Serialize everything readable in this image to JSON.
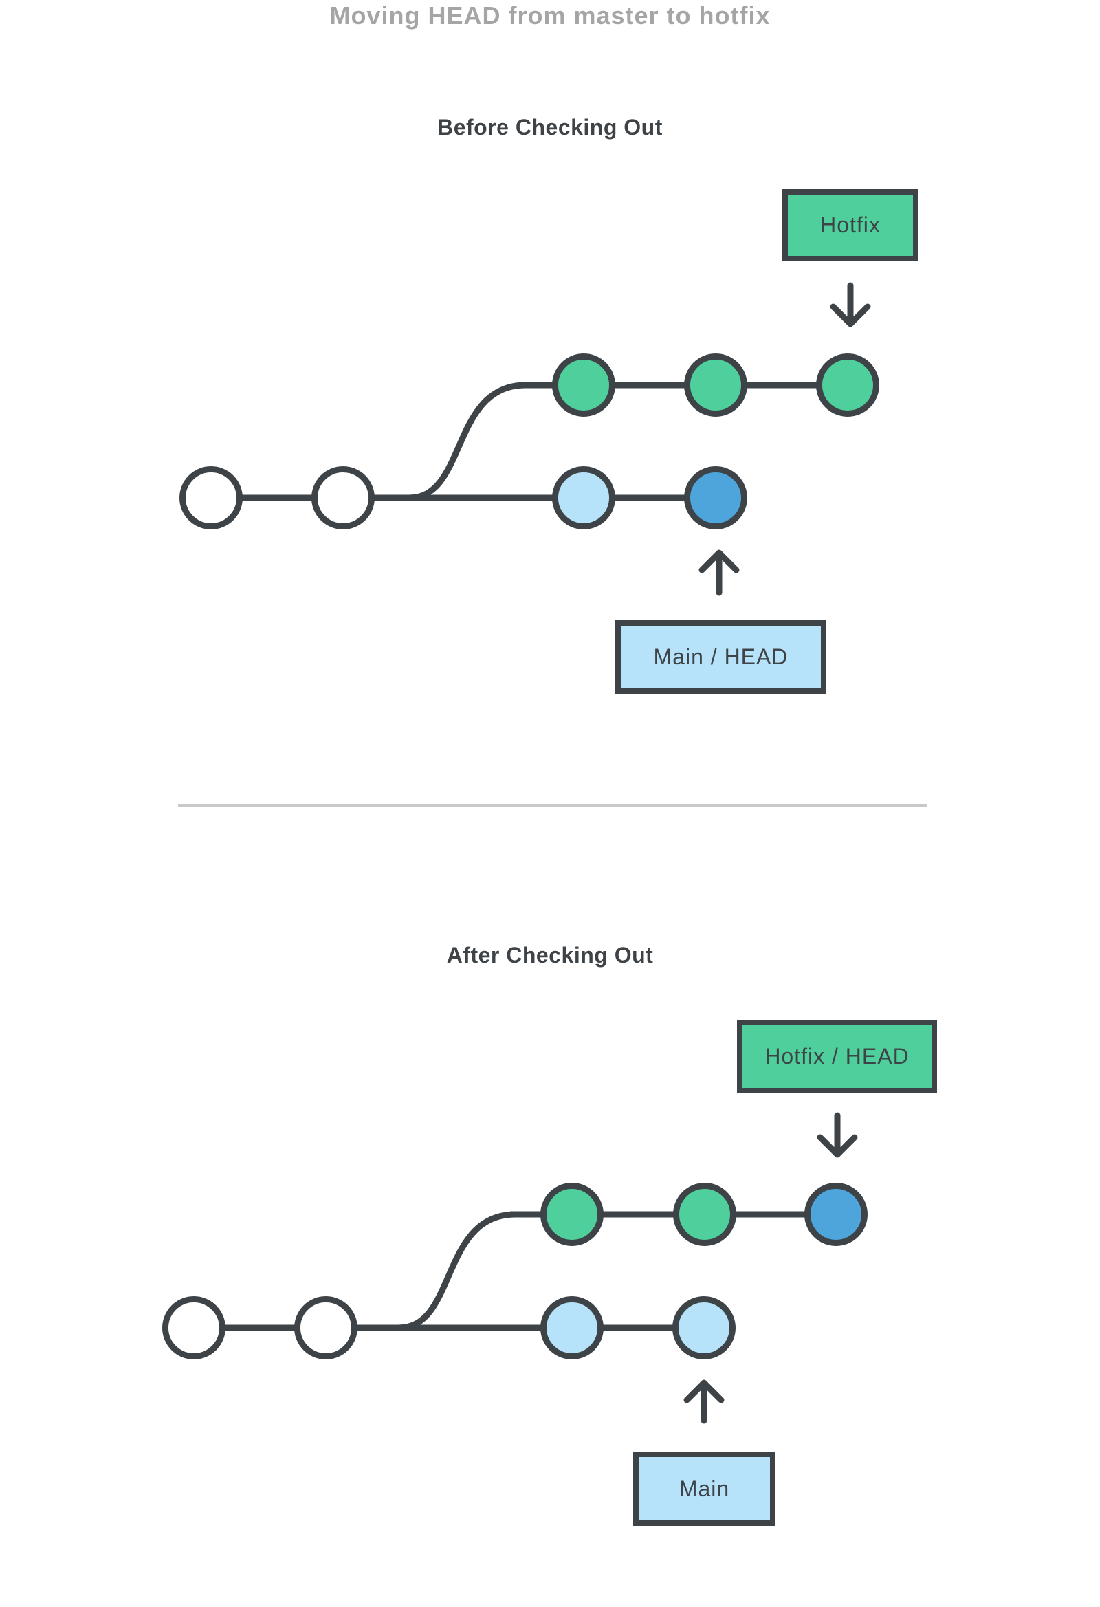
{
  "title": "Moving HEAD from master to hotfix",
  "colors": {
    "outline_dark": "#3E4347",
    "branch_green": "#4FCF9B",
    "commit_light_blue": "#B7E3FA",
    "head_blue": "#4DA5DC",
    "node_white": "#FFFFFF",
    "title_gray": "#A5A5A5",
    "divider_gray": "#C9C9C9"
  },
  "before": {
    "heading": "Before Checking Out",
    "hotfix_box_label": "Hotfix",
    "main_box_label": "Main / HEAD",
    "top_row_fills": [
      "#4FCF9B",
      "#4FCF9B",
      "#4FCF9B"
    ],
    "bottom_row_fills": [
      "#FFFFFF",
      "#FFFFFF",
      "#B7E3FA",
      "#4DA5DC"
    ]
  },
  "after": {
    "heading": "After Checking Out",
    "hotfix_box_label": "Hotfix / HEAD",
    "main_box_label": "Main",
    "top_row_fills": [
      "#4FCF9B",
      "#4FCF9B",
      "#4DA5DC"
    ],
    "bottom_row_fills": [
      "#FFFFFF",
      "#FFFFFF",
      "#B7E3FA",
      "#B7E3FA"
    ]
  }
}
